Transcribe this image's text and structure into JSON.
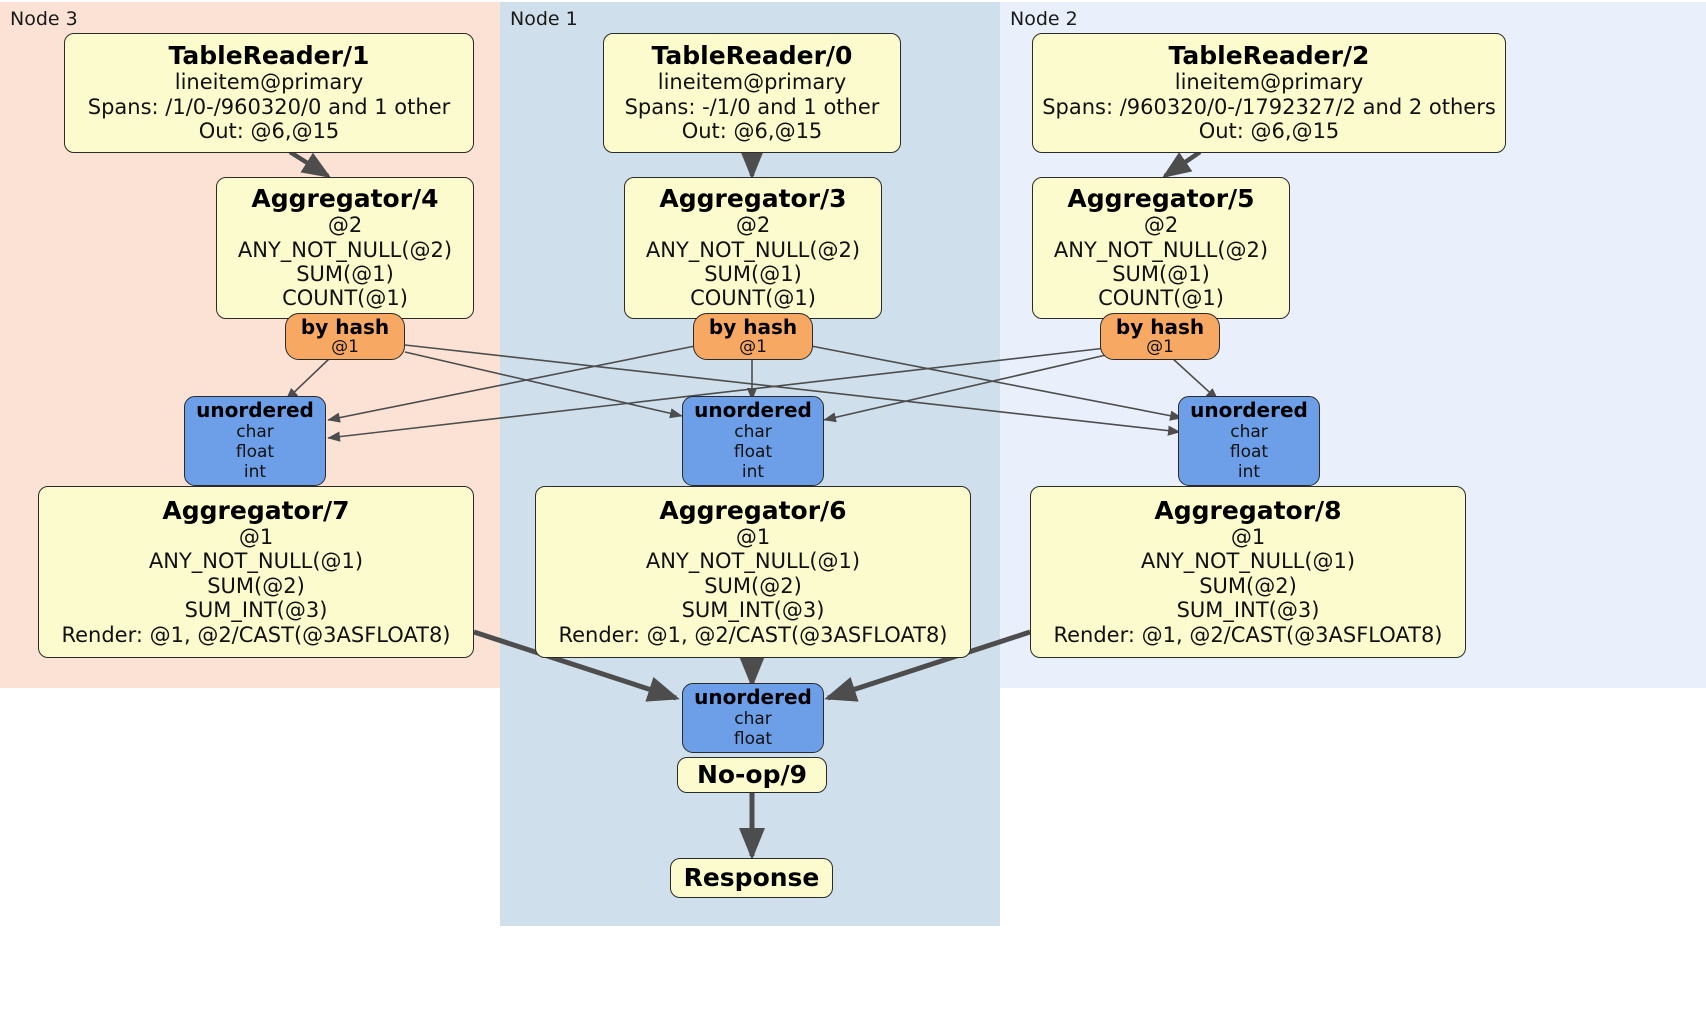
{
  "diagram": {
    "title": "Distributed query plan",
    "colors": {
      "node3_panel": "#fbe2d5",
      "node1_panel": "#cfdfeb",
      "node2_panel": "#eaf0fb",
      "processor_box": "#fbfbcd",
      "router_box": "#f7a863",
      "sync_box": "#6c9fe8",
      "edge_thin": "#4d4d4d",
      "edge_thick": "#4d4d4d",
      "border": "#2b2b2b"
    }
  },
  "panels": [
    {
      "id": "node3",
      "label": "Node 3"
    },
    {
      "id": "node1",
      "label": "Node 1"
    },
    {
      "id": "node2",
      "label": "Node 2"
    }
  ],
  "nodes": {
    "tablereader_1": {
      "title": "TableReader/1",
      "lines": [
        "lineitem@primary",
        "Spans: /1/0-/960320/0 and 1 other",
        "Out: @6,@15"
      ]
    },
    "tablereader_0": {
      "title": "TableReader/0",
      "lines": [
        "lineitem@primary",
        "Spans: -/1/0 and 1 other",
        "Out: @6,@15"
      ]
    },
    "tablereader_2": {
      "title": "TableReader/2",
      "lines": [
        "lineitem@primary",
        "Spans: /960320/0-/1792327/2 and 2 others",
        "Out: @6,@15"
      ]
    },
    "aggregator_4": {
      "title": "Aggregator/4",
      "lines": [
        "@2",
        "ANY_NOT_NULL(@2)",
        "SUM(@1)",
        "COUNT(@1)"
      ]
    },
    "aggregator_3": {
      "title": "Aggregator/3",
      "lines": [
        "@2",
        "ANY_NOT_NULL(@2)",
        "SUM(@1)",
        "COUNT(@1)"
      ]
    },
    "aggregator_5": {
      "title": "Aggregator/5",
      "lines": [
        "@2",
        "ANY_NOT_NULL(@2)",
        "SUM(@1)",
        "COUNT(@1)"
      ]
    },
    "byhash_left": {
      "title": "by hash",
      "lines": [
        "@1"
      ]
    },
    "byhash_mid": {
      "title": "by hash",
      "lines": [
        "@1"
      ]
    },
    "byhash_right": {
      "title": "by hash",
      "lines": [
        "@1"
      ]
    },
    "unordered_left": {
      "title": "unordered",
      "lines": [
        "char",
        "float",
        "int"
      ]
    },
    "unordered_mid": {
      "title": "unordered",
      "lines": [
        "char",
        "float",
        "int"
      ]
    },
    "unordered_right": {
      "title": "unordered",
      "lines": [
        "char",
        "float",
        "int"
      ]
    },
    "aggregator_7": {
      "title": "Aggregator/7",
      "lines": [
        "@1",
        "ANY_NOT_NULL(@1)",
        "SUM(@2)",
        "SUM_INT(@3)",
        "Render: @1, @2/CAST(@3ASFLOAT8)"
      ]
    },
    "aggregator_6": {
      "title": "Aggregator/6",
      "lines": [
        "@1",
        "ANY_NOT_NULL(@1)",
        "SUM(@2)",
        "SUM_INT(@3)",
        "Render: @1, @2/CAST(@3ASFLOAT8)"
      ]
    },
    "aggregator_8": {
      "title": "Aggregator/8",
      "lines": [
        "@1",
        "ANY_NOT_NULL(@1)",
        "SUM(@2)",
        "SUM_INT(@3)",
        "Render: @1, @2/CAST(@3ASFLOAT8)"
      ]
    },
    "unordered_final": {
      "title": "unordered",
      "lines": [
        "char",
        "float"
      ]
    },
    "noop_9": {
      "title": "No-op/9",
      "lines": []
    },
    "response": {
      "title": "Response",
      "lines": []
    }
  }
}
